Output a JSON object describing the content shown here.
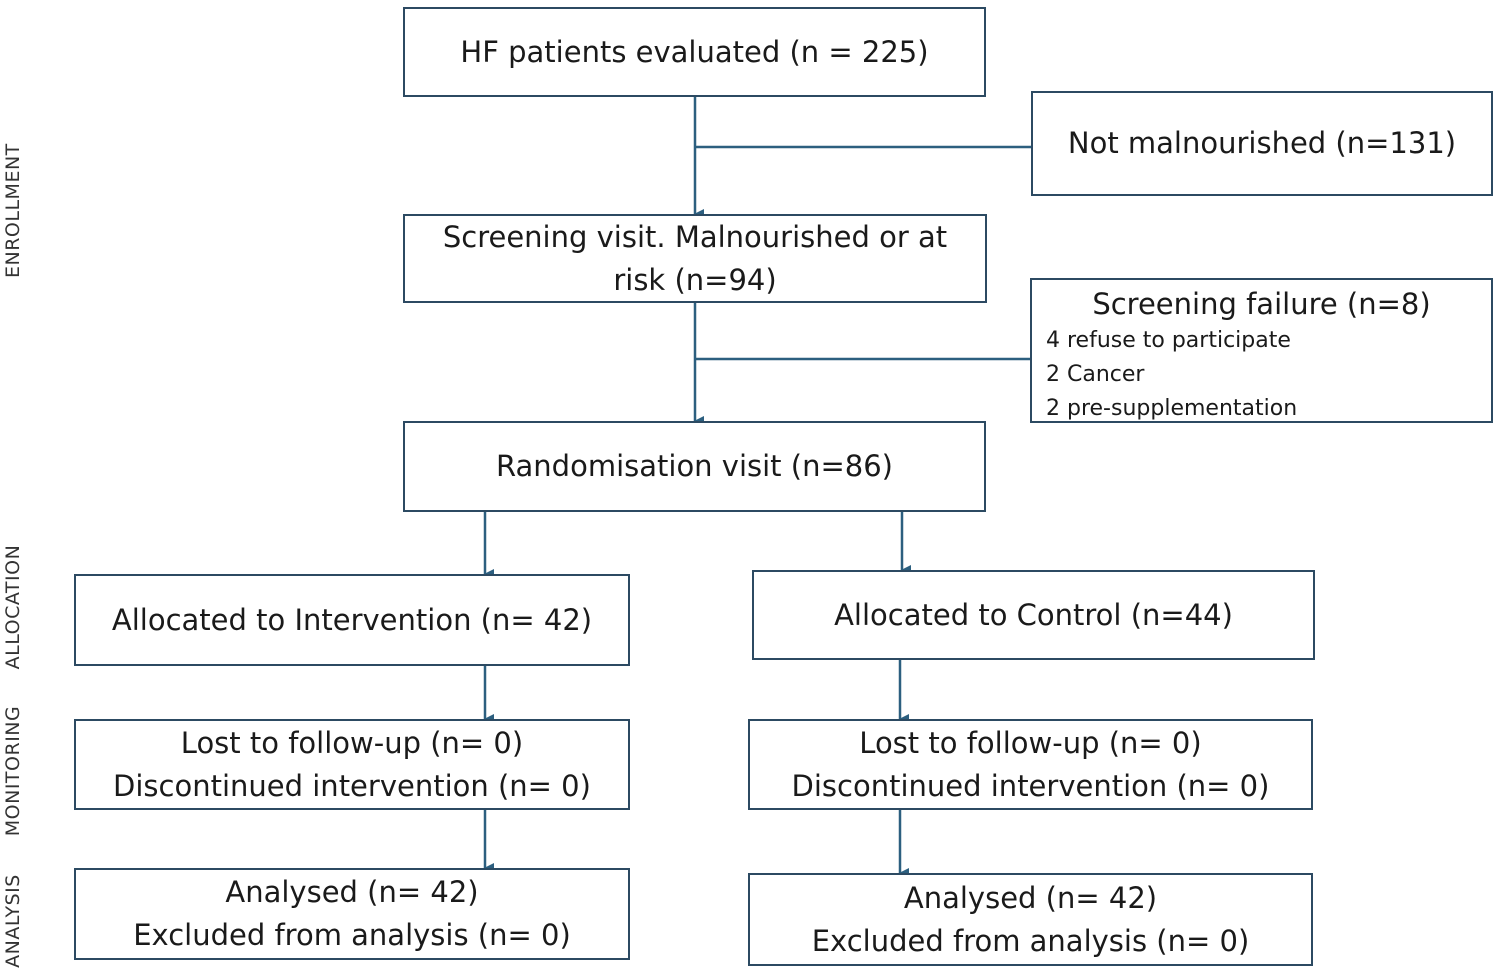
{
  "side_labels": {
    "enrollment": "ENROLLMENT",
    "allocation": "ALLOCATION",
    "monitoring": "MONITORING",
    "analysis": "ANALYSIS"
  },
  "boxes": {
    "evaluated": "HF patients evaluated (n = 225)",
    "not_malnourished": "Not malnourished (n=131)",
    "screening": [
      "Screening visit. Malnourished or at",
      "risk (n=94)"
    ],
    "screening_failure": {
      "title": "Screening failure (n=8)",
      "items": [
        "4 refuse to participate",
        "2 Cancer",
        "2 pre-supplementation"
      ]
    },
    "randomisation": "Randomisation visit (n=86)",
    "intervention": {
      "allocated": "Allocated to Intervention (n= 42)",
      "monitoring": [
        "Lost to follow-up (n= 0)",
        "Discontinued intervention (n= 0)"
      ],
      "analysis": [
        "Analysed (n= 42)",
        "Excluded from analysis (n= 0)"
      ]
    },
    "control": {
      "allocated": "Allocated to Control (n=44)",
      "monitoring": [
        "Lost to follow-up (n= 0)",
        "Discontinued intervention (n= 0)"
      ],
      "analysis": [
        "Analysed (n= 42)",
        "Excluded from analysis (n= 0)"
      ]
    }
  },
  "colors": {
    "border": "#2c4a62",
    "connector": "#2c5f7f"
  }
}
